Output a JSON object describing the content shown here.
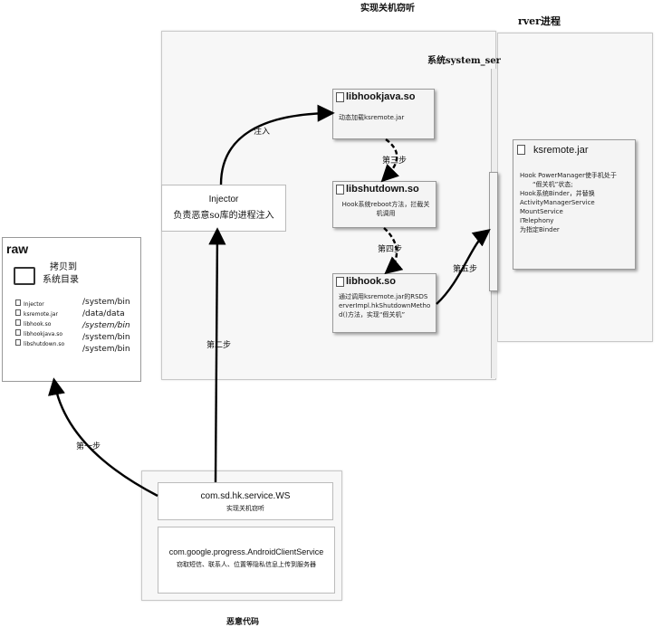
{
  "top_caption": "实现关机窃听",
  "server_panel_title": "rver进程",
  "system_server_title": "系统system_ser",
  "nodes": {
    "libhookjava": {
      "title": "libhookjava.so",
      "desc": "动态加载ksremote.jar"
    },
    "libshutdown": {
      "title": "libshutdown.so",
      "desc": "Hook系统reboot方法，拦截关机调用"
    },
    "libhook": {
      "title": "libhook.so",
      "desc": "通过调用ksremote.jar的RSDServerImpl.hkShutdownMethod()方法，实现“假关机”"
    },
    "ksremote": {
      "title": "ksremote.jar",
      "desc_lines": [
        "Hook PowerManager使手机处于",
        "“假关机”状态;",
        "Hook系统Binder，并替换",
        "ActivityManagerService",
        "MountService",
        "ITelephony",
        "为指定Binder"
      ]
    }
  },
  "injector": {
    "title": "Injector",
    "desc": "负责恶意so库的进程注入"
  },
  "raw": {
    "title": "raw",
    "copy_label_line1": "拷贝到",
    "copy_label_line2": "系统目录",
    "files": [
      "Injector",
      "ksremote.jar",
      "libhook.so",
      "libhookjava.so",
      "libshutdown.so"
    ],
    "paths": [
      "/system/bin",
      "/data/data",
      "/system/bin",
      "/system/bin",
      "/system/bin"
    ]
  },
  "malicious": {
    "ws_title": "com.sd.hk.service.WS",
    "ws_desc": "实现关机窃听",
    "acs_title": "com.google.progress.AndroidClientService",
    "acs_desc": "窃取短信、联系人、位置等隐私信息上传到服务器",
    "caption": "恶意代码"
  },
  "steps": {
    "step1": "第一步",
    "step2": "第二步",
    "step3": "第三步",
    "step4": "第四步",
    "step5": "第五步",
    "inject": "注入"
  }
}
